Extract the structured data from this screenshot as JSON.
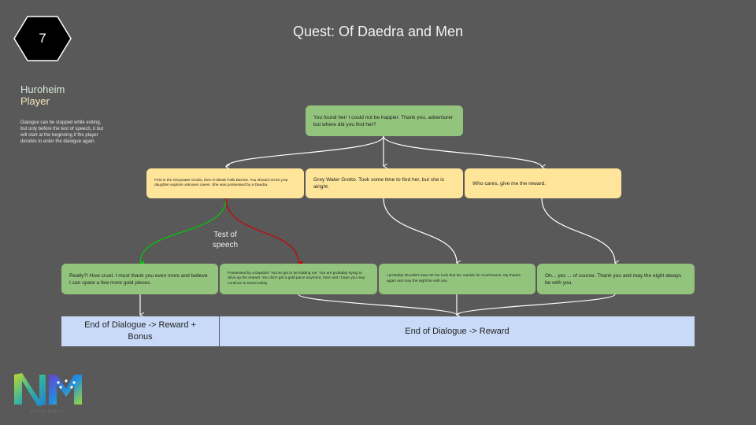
{
  "step_number": "7",
  "title": "Quest: Of Daedra and Men",
  "npc_label": "Huroheim",
  "player_label": "Player",
  "note": "Dialogue can be stopped while exiting, but only before the test of speech,  it but will start at the beginning if the player decides to enter the dialogue again.",
  "test_label": "Test of speech",
  "npc_intro": "You found her! I could not be happier. Thank you, adventurer but where did you find her?",
  "player_choices": [
    "First in the Greywater Grotto, then in Bleak Falls Barrow. You should not let your daughter explore unknown caves. She was possessed by a Daedra.",
    "Grey Water Grotto. Took some time to find her, but she is alright.",
    "Who cares, give me the reward."
  ],
  "npc_responses": [
    "Really?! How cruel. I must thank you even more and believe I can spare a few more gold pieces.",
    "Possessed by a Daedra? You've got to be kidding me. You are probably trying to drive up the reward. You don't get a gold piece anymore, here and I hope you may continue to travel safely.",
    "I probably shouldn't have let her look that far, outside for mushrooms. My thanks again and may the eight be with you.",
    "Oh... yes ... of course. Thank you and may the eight always be with you."
  ],
  "outcomes": {
    "bonus": "End of Dialogue -> Reward + Bonus",
    "normal": "End of Dialogue -> Reward"
  },
  "logo_text": "Nintes Mottor",
  "colors": {
    "background": "#595959",
    "npc_box": "#93c47d",
    "player_box": "#ffe599",
    "outcome_box": "#c9daf8",
    "success_arrow": "#00cc00",
    "fail_arrow": "#cc0000"
  }
}
